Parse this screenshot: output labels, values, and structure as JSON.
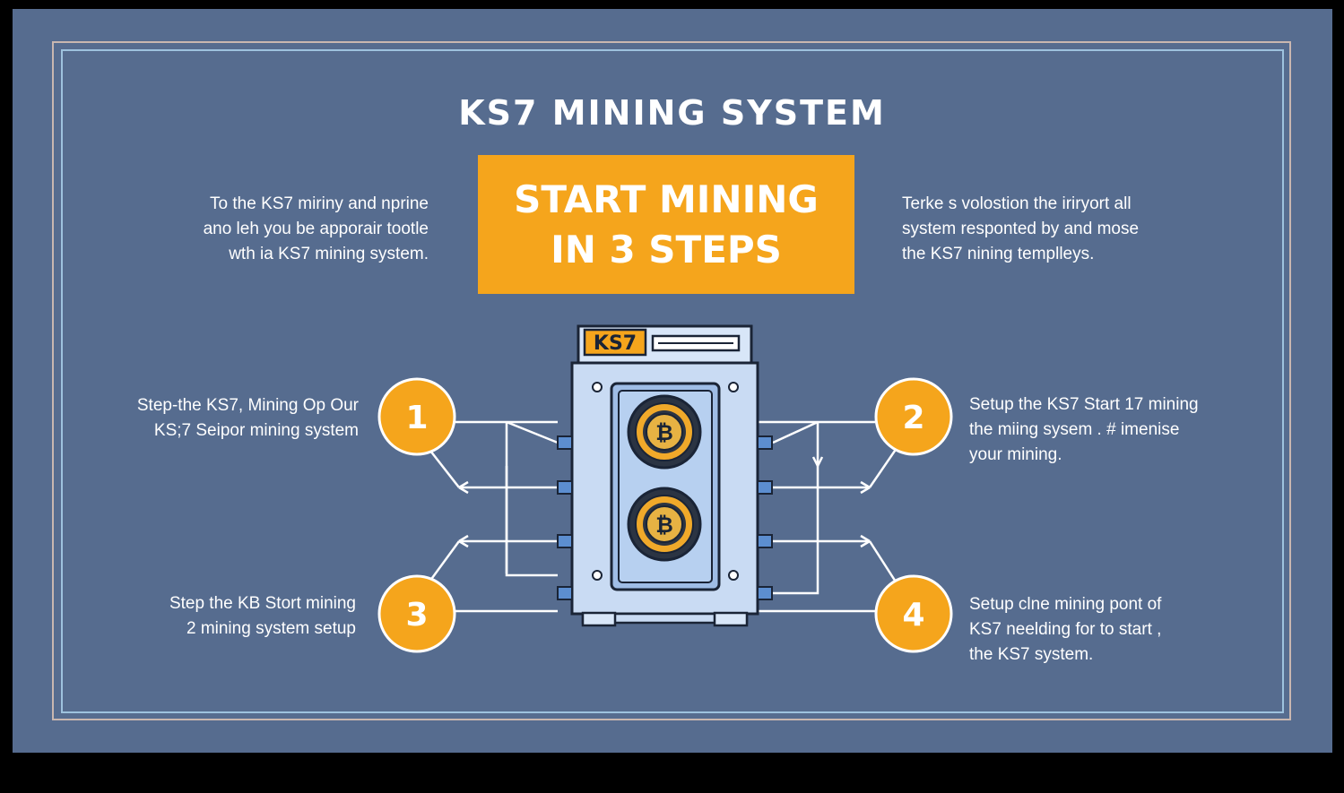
{
  "title": "KS7 MINING SYSTEM",
  "banner": {
    "line1": "START MINING",
    "line2": "IN 3 STEPS"
  },
  "intro_left": [
    "To the KS7 miriny and nprine",
    "ano leh you be apporair tootle",
    "wth ia KS7 mining system."
  ],
  "intro_right": [
    "Terke s volostion the iriryort all",
    "system responted by and mose",
    "the KS7 nining templleys."
  ],
  "device": {
    "label": "KS7",
    "coin_symbol": "₿"
  },
  "steps": [
    {
      "number": "1",
      "lines": [
        "Step-the KS7, Mining Op Our",
        "KS;7 Seipor mining system"
      ]
    },
    {
      "number": "2",
      "lines": [
        "Setup the KS7 Start 17 mining",
        "the miing sysem . # imenise",
        "your mining."
      ]
    },
    {
      "number": "3",
      "lines": [
        "Step the KB Stort mining",
        "2 mining system setup"
      ]
    },
    {
      "number": "4",
      "lines": [
        "Setup clne mining pont of",
        "KS7 neelding for to start ,",
        "the KS7 system."
      ]
    }
  ],
  "colors": {
    "background": "#566c8f",
    "accent": "#f5a51c",
    "frame_outer": "#c9b7b0",
    "frame_inner": "#9ec2de",
    "device_body": "#c9dbf3",
    "device_outline": "#1a2436"
  }
}
